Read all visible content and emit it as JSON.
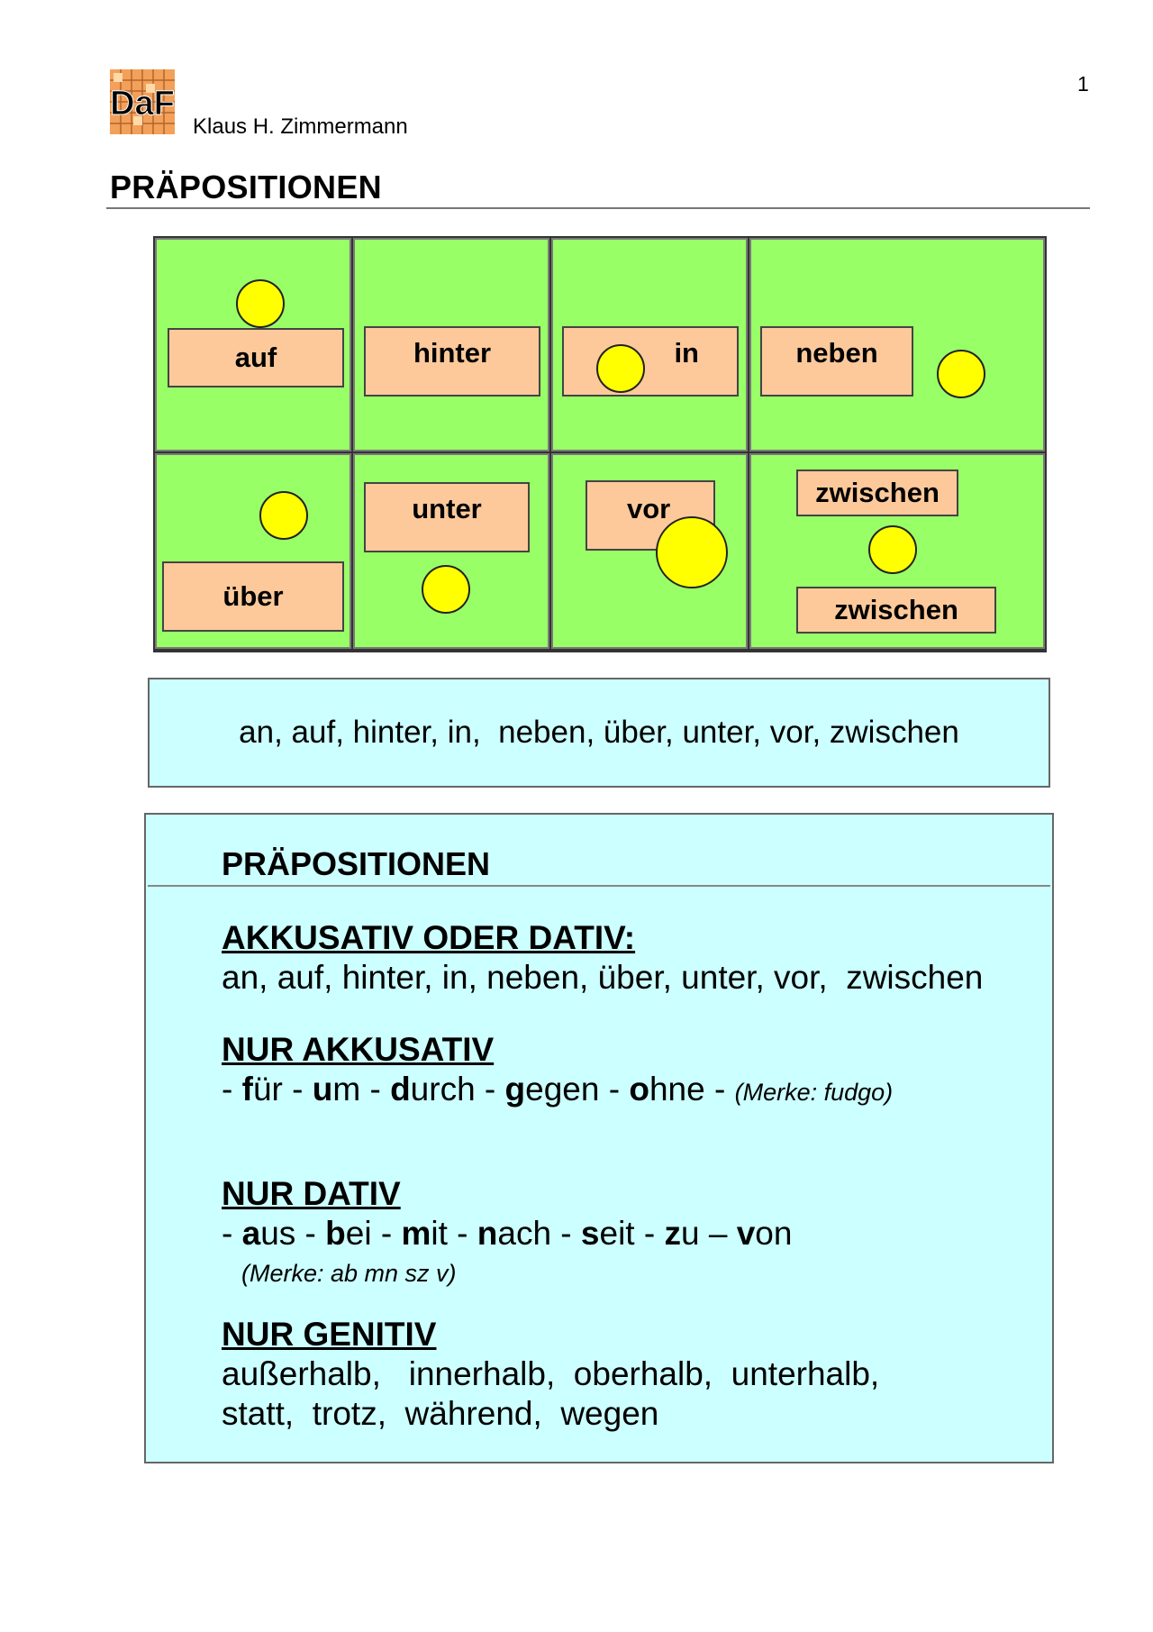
{
  "header": {
    "page_number": "1",
    "logo_text": "DaF",
    "author": "Klaus H. Zimmermann",
    "title": "PRÄPOSITIONEN"
  },
  "diagram": {
    "labels": {
      "auf": "auf",
      "hinter": "hinter",
      "in": "in",
      "neben": "neben",
      "ueber": "über",
      "unter": "unter",
      "vor": "vor",
      "zwischen_top": "zwischen",
      "zwischen_bottom": "zwischen"
    }
  },
  "summary": {
    "text": "an, auf, hinter, in,  neben, über, unter, vor, zwischen"
  },
  "info": {
    "title": "PRÄPOSITIONEN",
    "akk_dat": {
      "heading": "AKKUSATIV ODER DATIV:",
      "text": "an, auf, hinter, in, neben, über, unter, vor,  zwischen"
    },
    "akk": {
      "heading": "NUR AKKUSATIV",
      "words": [
        {
          "initial": "f",
          "rest": "ür"
        },
        {
          "initial": "u",
          "rest": "m"
        },
        {
          "initial": "d",
          "rest": "urch"
        },
        {
          "initial": "g",
          "rest": "egen"
        },
        {
          "initial": "o",
          "rest": "hne"
        }
      ],
      "hint": "(Merke: fudgo)"
    },
    "dat": {
      "heading": "NUR DATIV",
      "words": [
        {
          "initial": "a",
          "rest": "us"
        },
        {
          "initial": "b",
          "rest": "ei"
        },
        {
          "initial": "m",
          "rest": "it"
        },
        {
          "initial": "n",
          "rest": "ach"
        },
        {
          "initial": "s",
          "rest": "eit"
        },
        {
          "initial": "z",
          "rest": "u"
        },
        {
          "initial": "v",
          "rest": "on"
        }
      ],
      "hint": "(Merke: ab mn sz v)"
    },
    "gen": {
      "heading": "NUR GENITIV",
      "line1": "außerhalb,   innerhalb,  oberhalb,  unterhalb,",
      "line2": "statt,  trotz,  während,  wegen"
    }
  },
  "colors": {
    "cell_green": "#99ff66",
    "label_orange": "#fdc99a",
    "ball_yellow": "#ffff00",
    "panel_cyan": "#ccffff"
  }
}
